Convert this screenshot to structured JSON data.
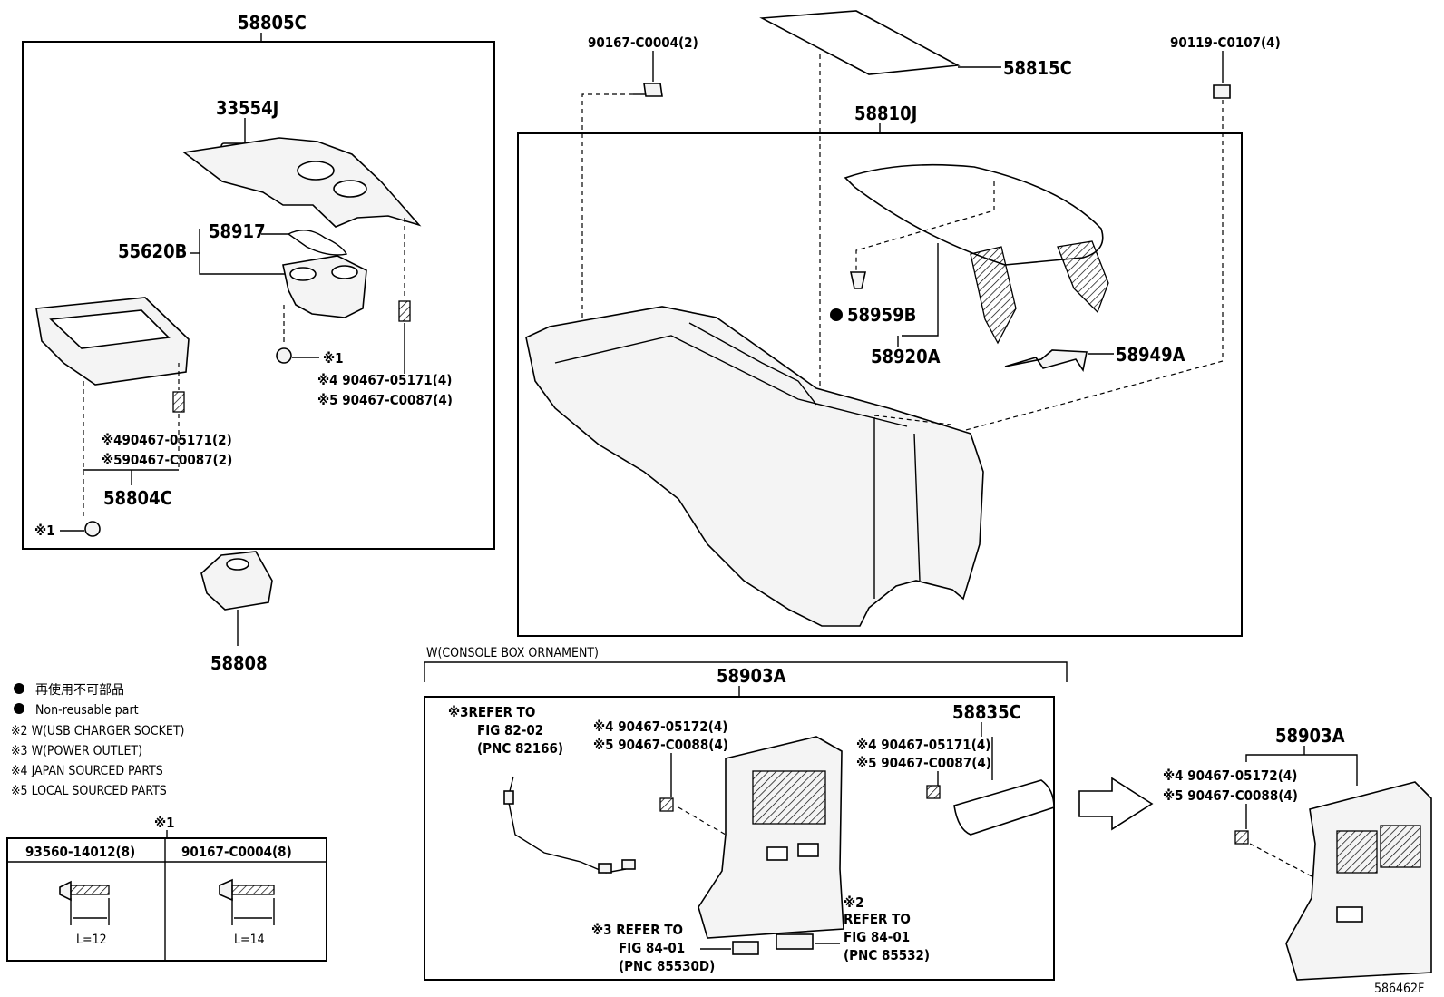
{
  "labels": {
    "p58805C": "58805C",
    "p33554J": "33554J",
    "p58917": "58917",
    "p55620B": "55620B",
    "p58804C": "58804C",
    "p58808": "58808",
    "ref1_star": "※1",
    "ref1_star_b": "※1",
    "s4_90467_05171_4": "※4 90467-05171(4)",
    "s5_90467_C0087_4": "※5 90467-C0087(4)",
    "s4_90467_05171_2": "※490467-05171(2)",
    "s5_90467_C0087_2": "※590467-C0087(2)",
    "p90167_C0004_2": "90167-C0004(2)",
    "p58815C": "58815C",
    "p90119_C0107_4": "90119-C0107(4)",
    "p58810J": "58810J",
    "p58959B": "58959B",
    "p58920A": "58920A",
    "p58949A": "58949A",
    "ornament_title": "W(CONSOLE BOX ORNAMENT)",
    "p58903A": "58903A",
    "p58903A_right": "58903A",
    "p58835C": "58835C",
    "ref3_a1": "※3REFER TO",
    "ref3_a2": "FIG 82-02",
    "ref3_a3": "(PNC 82166)",
    "s4_90467_05172_4": "※4 90467-05172(4)",
    "s5_90467_C0088_4": "※5 90467-C0088(4)",
    "s4_90467_05171_4b": "※4 90467-05171(4)",
    "s5_90467_C0087_4b": "※5 90467-C0087(4)",
    "s4_90467_05172_4r": "※4 90467-05172(4)",
    "s5_90467_C0088_4r": "※5 90467-C0088(4)",
    "ref3_b1": "※3 REFER TO",
    "ref3_b2": "FIG 84-01",
    "ref3_b3": "(PNC 85530D)",
    "ref2_star": "※2",
    "ref2_b1": "REFER TO",
    "ref2_b2": "FIG 84-01",
    "ref2_b3": "(PNC 85532)",
    "image_code": "586462F"
  },
  "legend": {
    "jp": "再使用不可部品",
    "en": "Non-reusable part",
    "n2": "※2 W(USB CHARGER SOCKET)",
    "n3": "※3 W(POWER OUTLET)",
    "n4": "※4 JAPAN SOURCED PARTS",
    "n5": "※5 LOCAL SOURCED PARTS"
  },
  "fastener_table": {
    "header": "※1",
    "col1_part": "93560-14012(8)",
    "col1_len": "L=12",
    "col2_part": "90167-C0004(8)",
    "col2_len": "L=14"
  }
}
